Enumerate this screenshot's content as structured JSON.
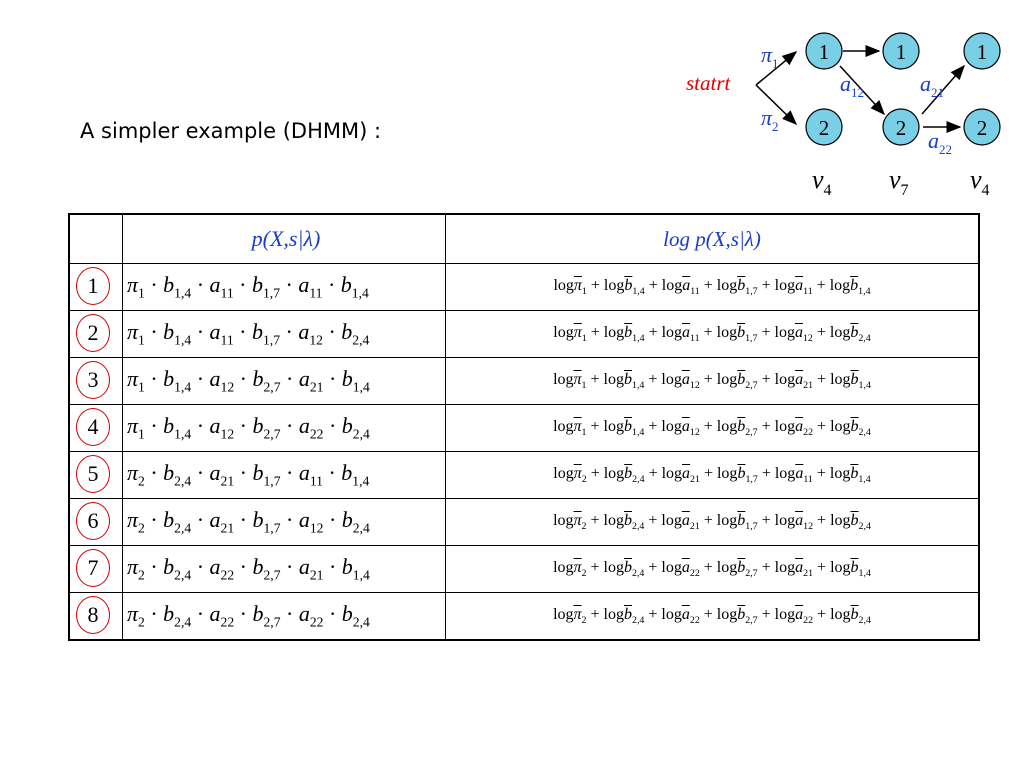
{
  "subtitle": "A simpler example (DHMM) :",
  "trellis": {
    "start_label": "statrt",
    "pi1_label": "π",
    "pi1_sub": "1",
    "pi2_label": "π",
    "pi2_sub": "2",
    "state_labels": [
      "1",
      "2",
      "1",
      "2",
      "1",
      "2"
    ],
    "a12_label": "a",
    "a12_sub": "12",
    "a21_label": "a",
    "a21_sub": "21",
    "a22_label": "a",
    "a22_sub": "22",
    "obs": [
      {
        "sym": "v",
        "sub": "4"
      },
      {
        "sym": "v",
        "sub": "7"
      },
      {
        "sym": "v",
        "sub": "4"
      }
    ],
    "colors": {
      "start": "#e00000",
      "label": "#1a3cc8",
      "node_fill": "#79cfe6",
      "node_stroke": "#000000"
    }
  },
  "table": {
    "header_left": "p(X,s|λ)",
    "header_right": "log p(X,s|λ)",
    "rows": [
      {
        "num": "1",
        "product": [
          [
            "π",
            "1"
          ],
          [
            "b",
            "1,4"
          ],
          [
            "a",
            "11"
          ],
          [
            "b",
            "1,7"
          ],
          [
            "a",
            "11"
          ],
          [
            "b",
            "1,4"
          ]
        ]
      },
      {
        "num": "2",
        "product": [
          [
            "π",
            "1"
          ],
          [
            "b",
            "1,4"
          ],
          [
            "a",
            "11"
          ],
          [
            "b",
            "1,7"
          ],
          [
            "a",
            "12"
          ],
          [
            "b",
            "2,4"
          ]
        ]
      },
      {
        "num": "3",
        "product": [
          [
            "π",
            "1"
          ],
          [
            "b",
            "1,4"
          ],
          [
            "a",
            "12"
          ],
          [
            "b",
            "2,7"
          ],
          [
            "a",
            "21"
          ],
          [
            "b",
            "1,4"
          ]
        ]
      },
      {
        "num": "4",
        "product": [
          [
            "π",
            "1"
          ],
          [
            "b",
            "1,4"
          ],
          [
            "a",
            "12"
          ],
          [
            "b",
            "2,7"
          ],
          [
            "a",
            "22"
          ],
          [
            "b",
            "2,4"
          ]
        ]
      },
      {
        "num": "5",
        "product": [
          [
            "π",
            "2"
          ],
          [
            "b",
            "2,4"
          ],
          [
            "a",
            "21"
          ],
          [
            "b",
            "1,7"
          ],
          [
            "a",
            "11"
          ],
          [
            "b",
            "1,4"
          ]
        ]
      },
      {
        "num": "6",
        "product": [
          [
            "π",
            "2"
          ],
          [
            "b",
            "2,4"
          ],
          [
            "a",
            "21"
          ],
          [
            "b",
            "1,7"
          ],
          [
            "a",
            "12"
          ],
          [
            "b",
            "2,4"
          ]
        ]
      },
      {
        "num": "7",
        "product": [
          [
            "π",
            "2"
          ],
          [
            "b",
            "2,4"
          ],
          [
            "a",
            "22"
          ],
          [
            "b",
            "2,7"
          ],
          [
            "a",
            "21"
          ],
          [
            "b",
            "1,4"
          ]
        ]
      },
      {
        "num": "8",
        "product": [
          [
            "π",
            "2"
          ],
          [
            "b",
            "2,4"
          ],
          [
            "a",
            "22"
          ],
          [
            "b",
            "2,7"
          ],
          [
            "a",
            "22"
          ],
          [
            "b",
            "2,4"
          ]
        ]
      }
    ],
    "op_dot": "·",
    "op_plus": "+",
    "log_word": "log"
  }
}
